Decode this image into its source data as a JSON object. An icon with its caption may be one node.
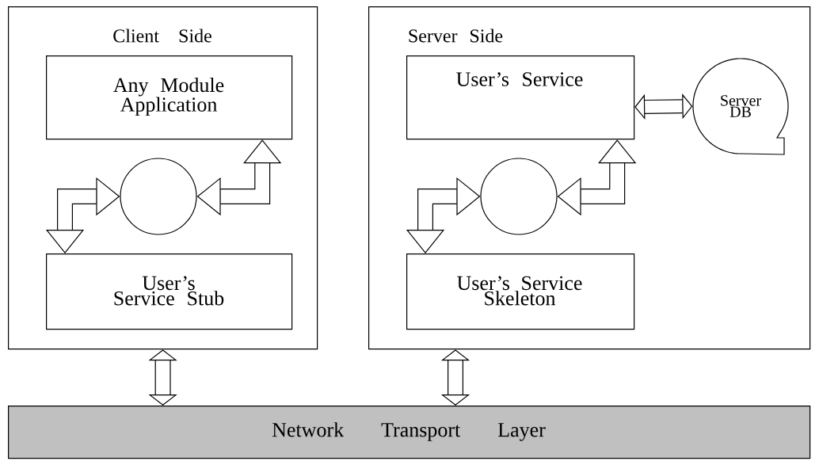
{
  "diagram": {
    "nodes": [
      {
        "text": [
          "Client Side"
        ]
      },
      {
        "text": [
          "Any Module Application"
        ],
        "in": 0
      },
      {
        "text": [],
        "shape": "circle",
        "in": 0
      },
      {
        "text": [
          "User’s Service Stub"
        ],
        "in": 0
      },
      {
        "text": [
          "Server Side"
        ]
      },
      {
        "text": [
          "User’s Service"
        ],
        "in": 4
      },
      {
        "text": [],
        "shape": "circle",
        "in": 4
      },
      {
        "text": [
          "User’s Service Skeleton"
        ],
        "in": 4
      },
      {
        "text": [
          "Server DB"
        ],
        "in": 4
      },
      {
        "text": [
          "Network Transport Layer"
        ]
      }
    ],
    "edges": [
      {
        "from": 3,
        "to": 2,
        "arrow": "both"
      },
      {
        "from": 2,
        "to": 1,
        "arrow": "both"
      },
      {
        "from": 7,
        "to": 6,
        "arrow": "both"
      },
      {
        "from": 6,
        "to": 5,
        "arrow": "both"
      },
      {
        "from": 5,
        "to": 8,
        "arrow": "both"
      },
      {
        "from": 0,
        "to": 9,
        "arrow": "both"
      },
      {
        "from": 4,
        "to": 9,
        "arrow": "both"
      }
    ]
  }
}
